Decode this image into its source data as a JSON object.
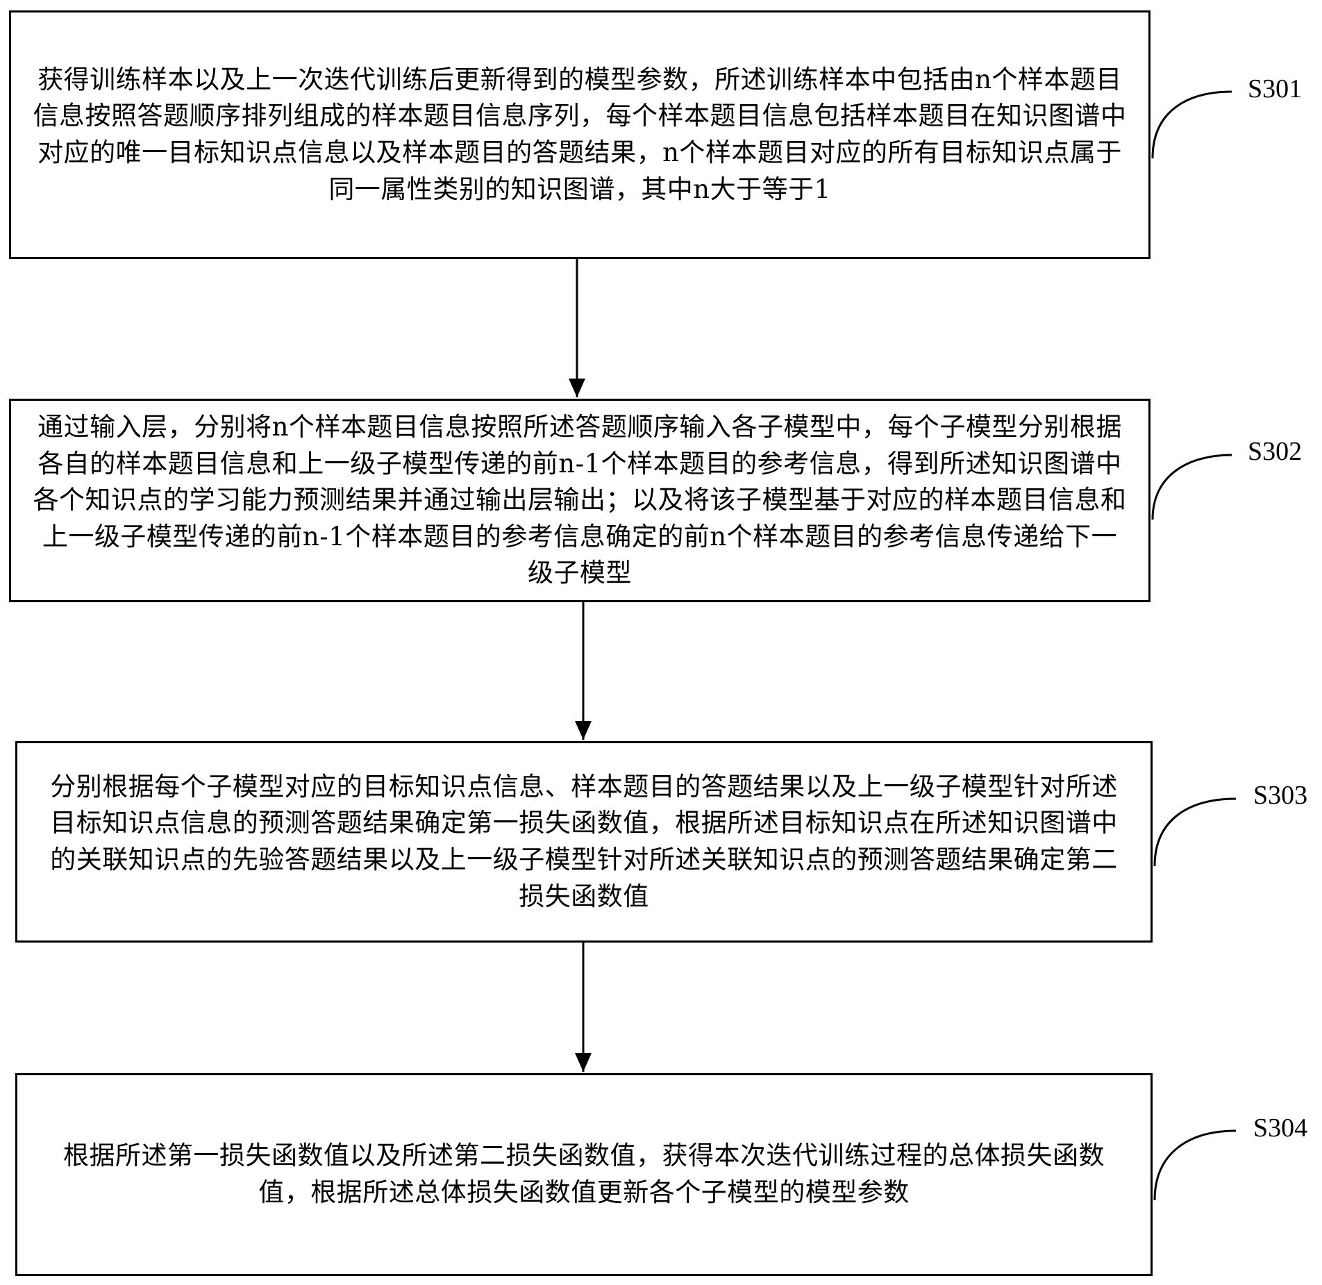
{
  "steps": [
    {
      "id": "S301",
      "label": "S301",
      "text": "获得训练样本以及上一次迭代训练后更新得到的模型参数，所述训练样本中包括由n个样本题目信息按照答题顺序排列组成的样本题目信息序列，每个样本题目信息包括样本题目在知识图谱中对应的唯一目标知识点信息以及样本题目的答题结果，n个样本题目对应的所有目标知识点属于同一属性类别的知识图谱，其中n大于等于1"
    },
    {
      "id": "S302",
      "label": "S302",
      "text": "通过输入层，分别将n个样本题目信息按照所述答题顺序输入各子模型中，每个子模型分别根据各自的样本题目信息和上一级子模型传递的前n-1个样本题目的参考信息，得到所述知识图谱中各个知识点的学习能力预测结果并通过输出层输出；以及将该子模型基于对应的样本题目信息和上一级子模型传递的前n-1个样本题目的参考信息确定的前n个样本题目的参考信息传递给下一级子模型"
    },
    {
      "id": "S303",
      "label": "S303",
      "text": "分别根据每个子模型对应的目标知识点信息、样本题目的答题结果以及上一级子模型针对所述目标知识点信息的预测答题结果确定第一损失函数值，根据所述目标知识点在所述知识图谱中的关联知识点的先验答题结果以及上一级子模型针对所述关联知识点的预测答题结果确定第二损失函数值"
    },
    {
      "id": "S304",
      "label": "S304",
      "text": "根据所述第一损失函数值以及所述第二损失函数值，获得本次迭代训练过程的总体损失函数值，根据所述总体损失函数值更新各个子模型的模型参数"
    }
  ]
}
